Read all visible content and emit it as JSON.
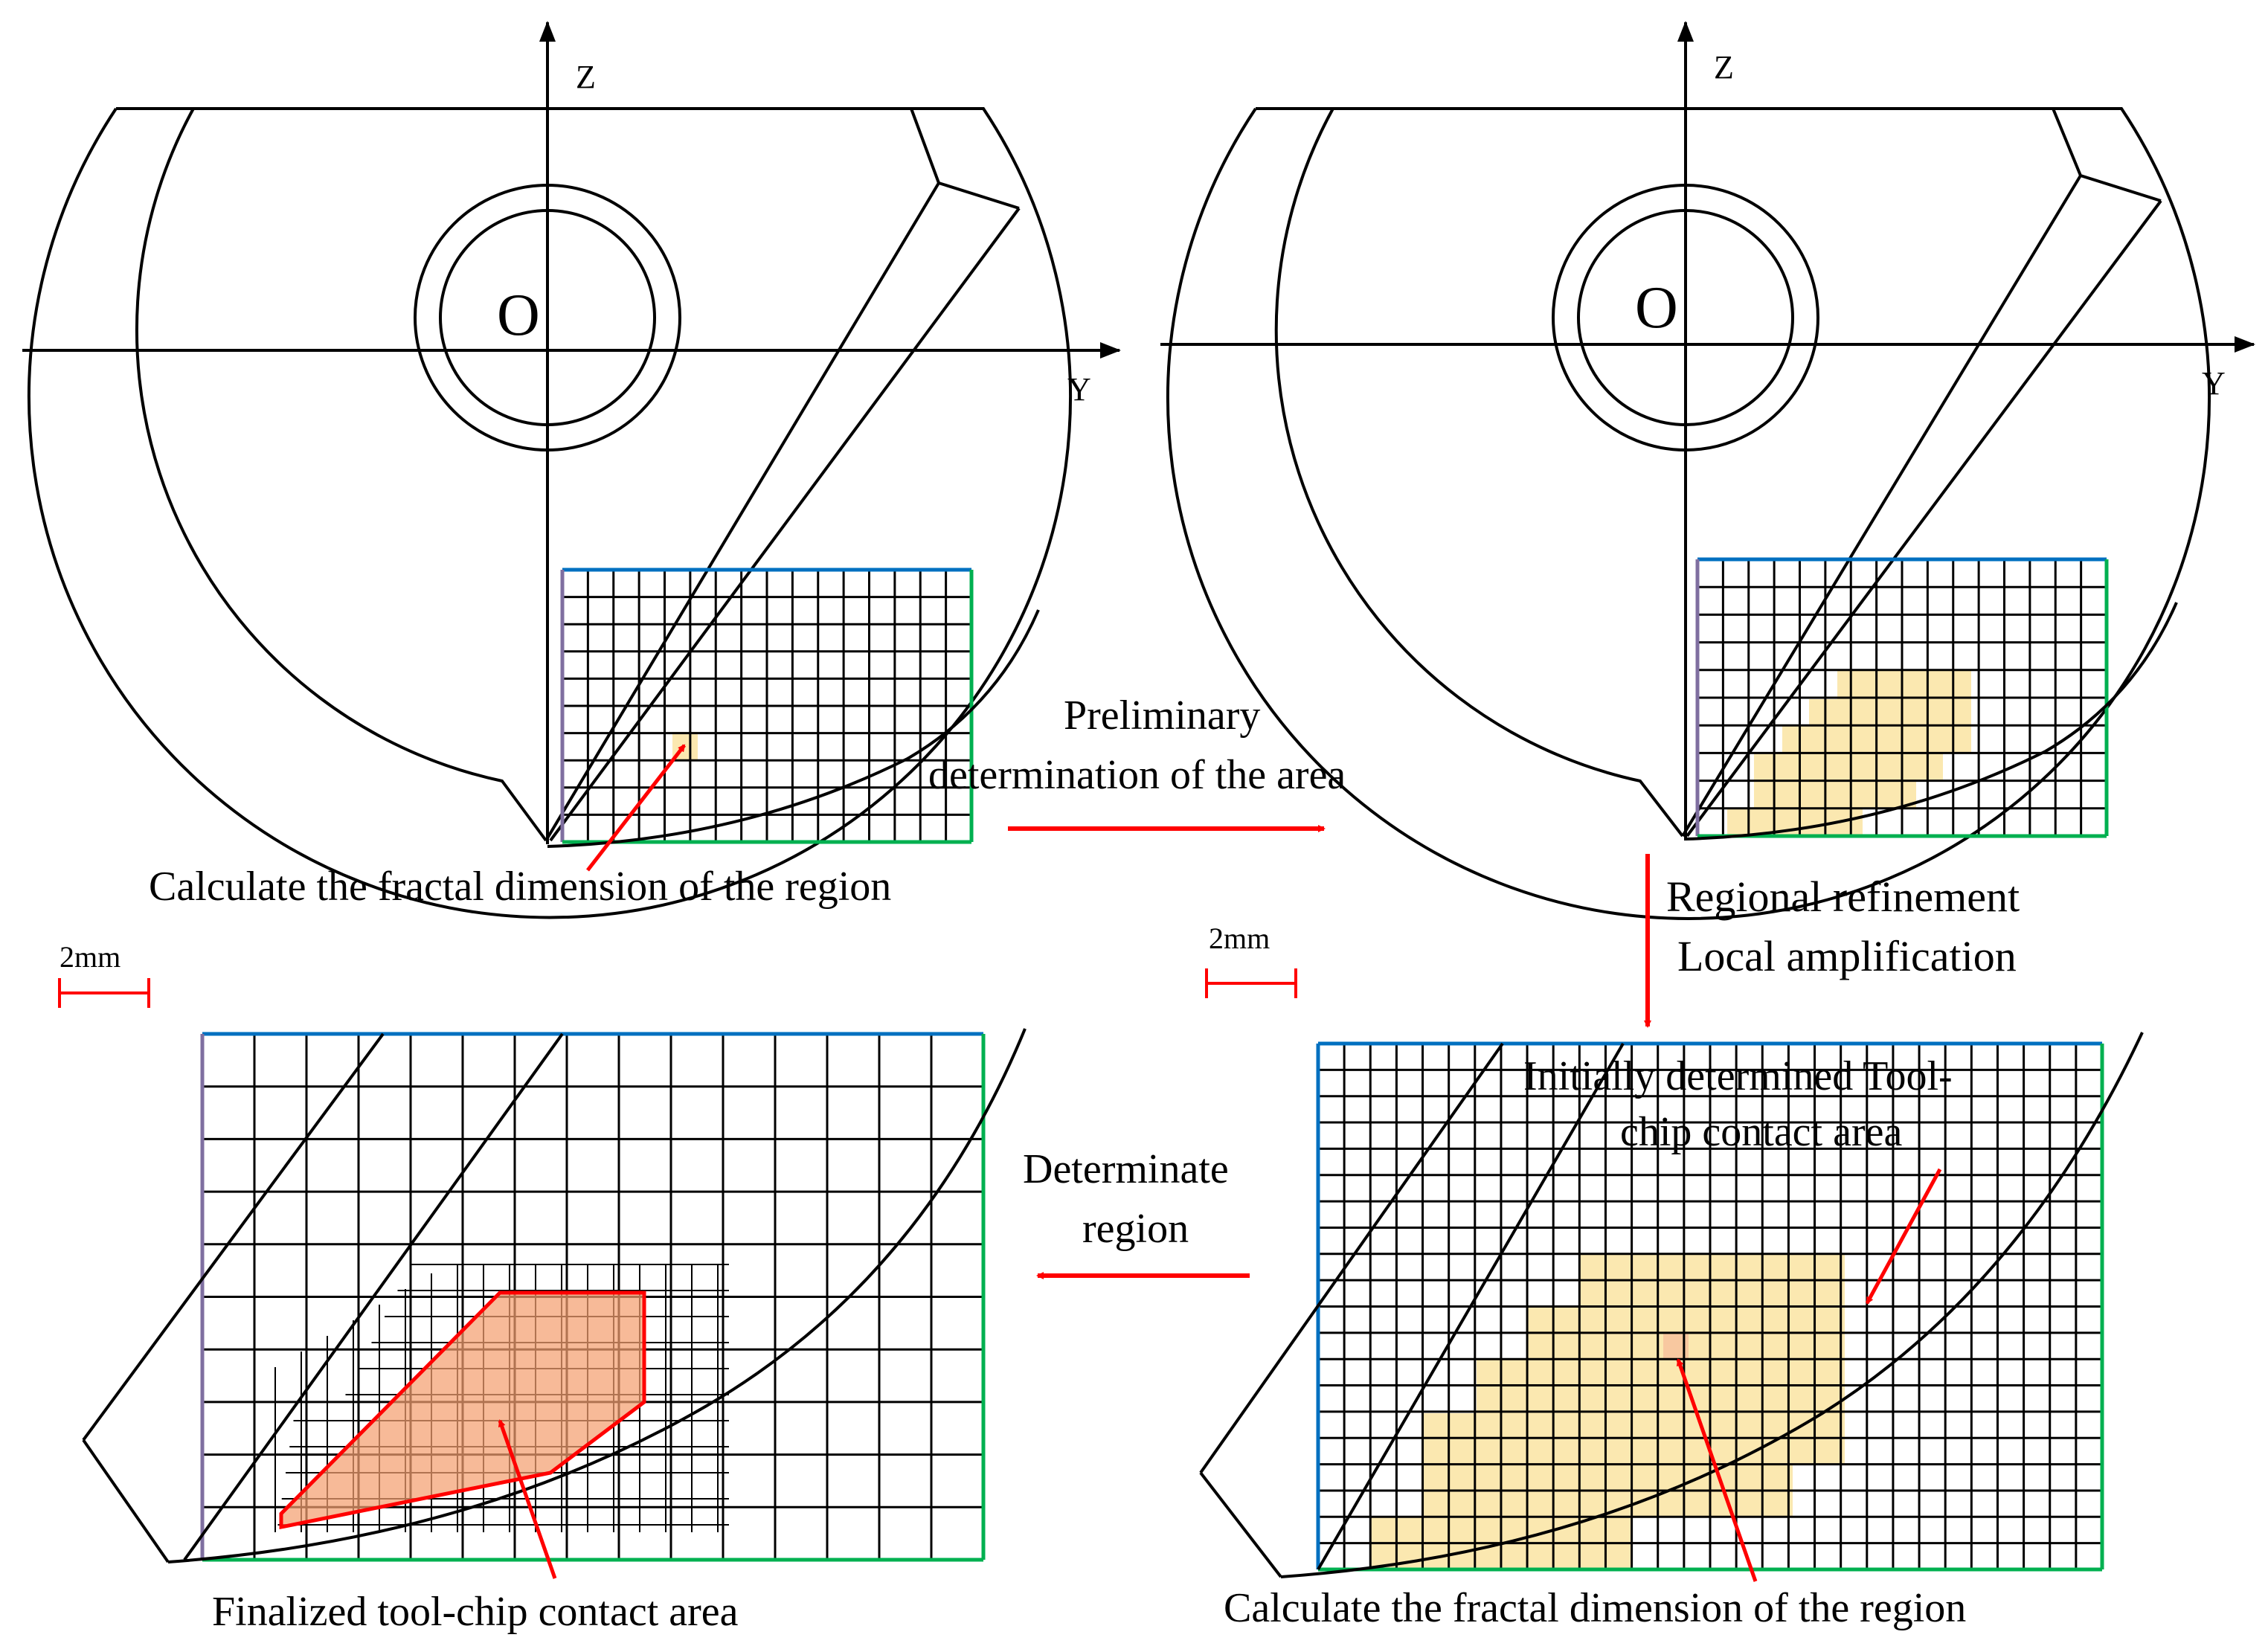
{
  "axes": {
    "z_label": "Z",
    "y_label": "Y",
    "origin_label": "O"
  },
  "panel_top_left": {
    "caption": "Calculate the fractal dimension of the region"
  },
  "arrow_right": {
    "line1": "Preliminary",
    "line2": "determination of the area"
  },
  "arrow_down": {
    "line1": "Regional refinement",
    "line2": "Local amplification"
  },
  "panel_bottom_right": {
    "note_line1": "Initially determined Tool-",
    "note_line2": "chip contact area",
    "caption": "Calculate the fractal dimension of the region"
  },
  "arrow_left": {
    "line1": "Determinate",
    "line2": "region"
  },
  "panel_bottom_left": {
    "caption": "Finalized tool-chip contact area"
  },
  "scale_bar": {
    "label": "2mm"
  },
  "colors": {
    "outline": "#000000",
    "arrow": "#ff0000",
    "grid_top": "#0070c0",
    "grid_left": "#7f6fa0",
    "grid_right": "#00b050",
    "fill_light": "#fbe8b0",
    "fill_dark": "#f8c8a0"
  }
}
